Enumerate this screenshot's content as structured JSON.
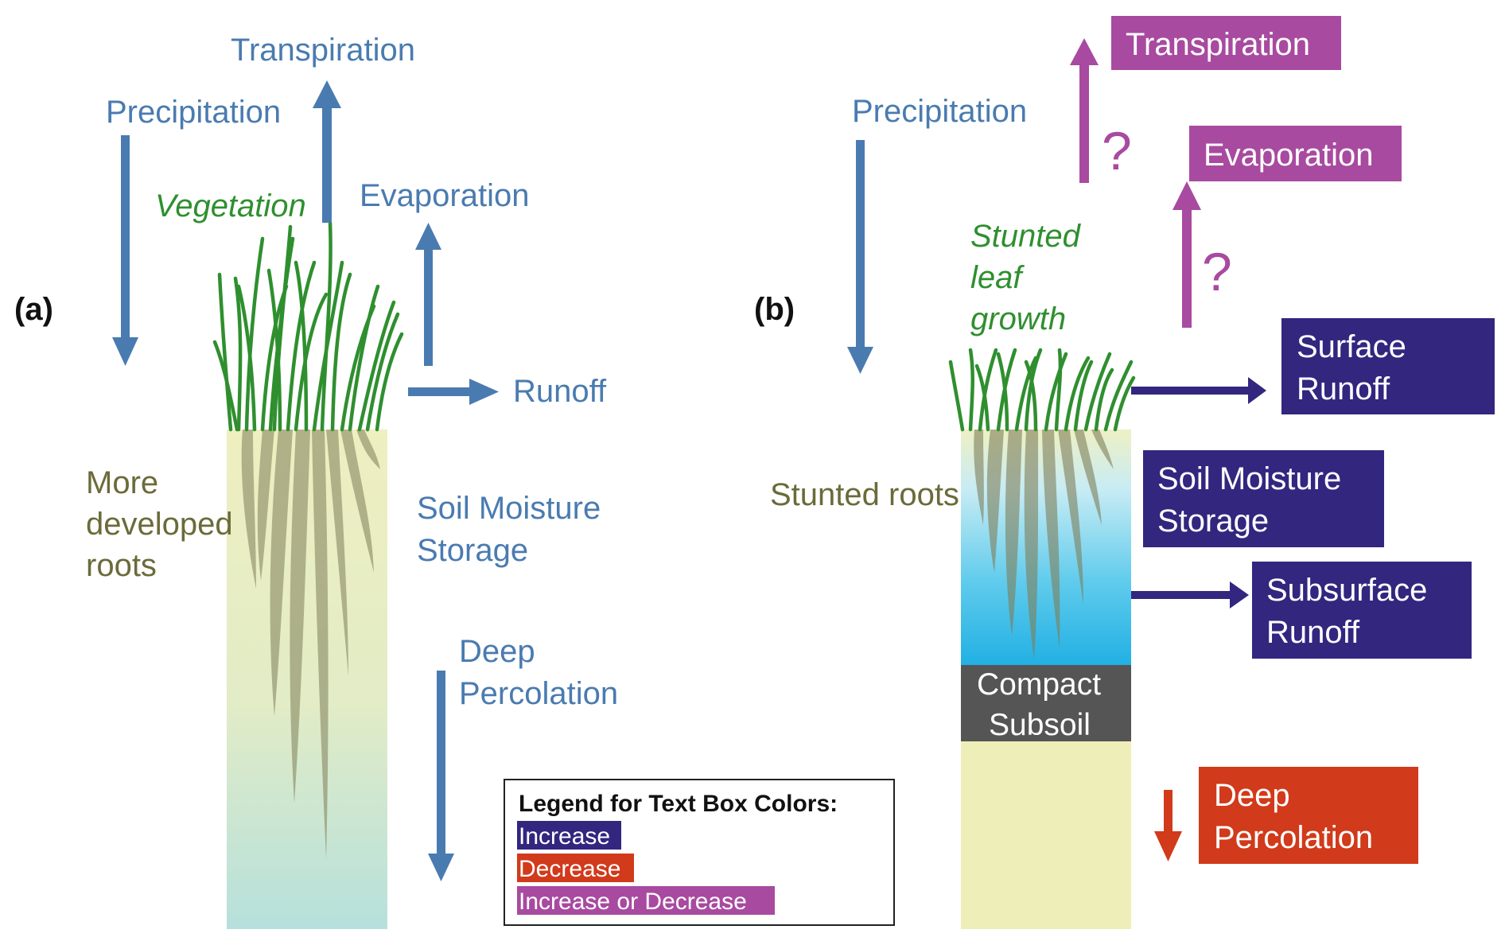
{
  "panel_a": {
    "tag": "(a)",
    "transpiration": "Transpiration",
    "precipitation": "Precipitation",
    "vegetation": "Vegetation",
    "evaporation": "Evaporation",
    "runoff": "Runoff",
    "roots_line1": "More",
    "roots_line2": "developed",
    "roots_line3": "roots",
    "soil_line1": "Soil Moisture",
    "soil_line2": "Storage",
    "deep_line1": "Deep",
    "deep_line2": "Percolation"
  },
  "panel_b": {
    "tag": "(b)",
    "precipitation": "Precipitation",
    "transpiration": "Transpiration",
    "evaporation": "Evaporation",
    "question_mark": "?",
    "stunted_line1": "Stunted",
    "stunted_line2": "leaf",
    "stunted_line3": "growth",
    "stunted_roots": "Stunted roots",
    "surface_line1": "Surface",
    "surface_line2": "Runoff",
    "soil_line1": "Soil Moisture",
    "soil_line2": "Storage",
    "subsurface_line1": "Subsurface",
    "subsurface_line2": "Runoff",
    "compact_line1": "Compact",
    "compact_line2": "Subsoil",
    "deep_line1": "Deep",
    "deep_line2": "Percolation"
  },
  "legend": {
    "title": "Legend for Text Box Colors:",
    "increase": "Increase",
    "decrease": "Decrease",
    "either": "Increase or Decrease"
  },
  "colors": {
    "flow_blue": "#4a7bb0",
    "increase": "#32267f",
    "decrease": "#d13a1a",
    "increase_or_decrease": "#a84aa0",
    "vegetation_green": "#2f8f2f",
    "root_olive": "#6b6b3a",
    "compact_subsoil": "#555555",
    "soil_yellow": "#eeeeb8"
  }
}
